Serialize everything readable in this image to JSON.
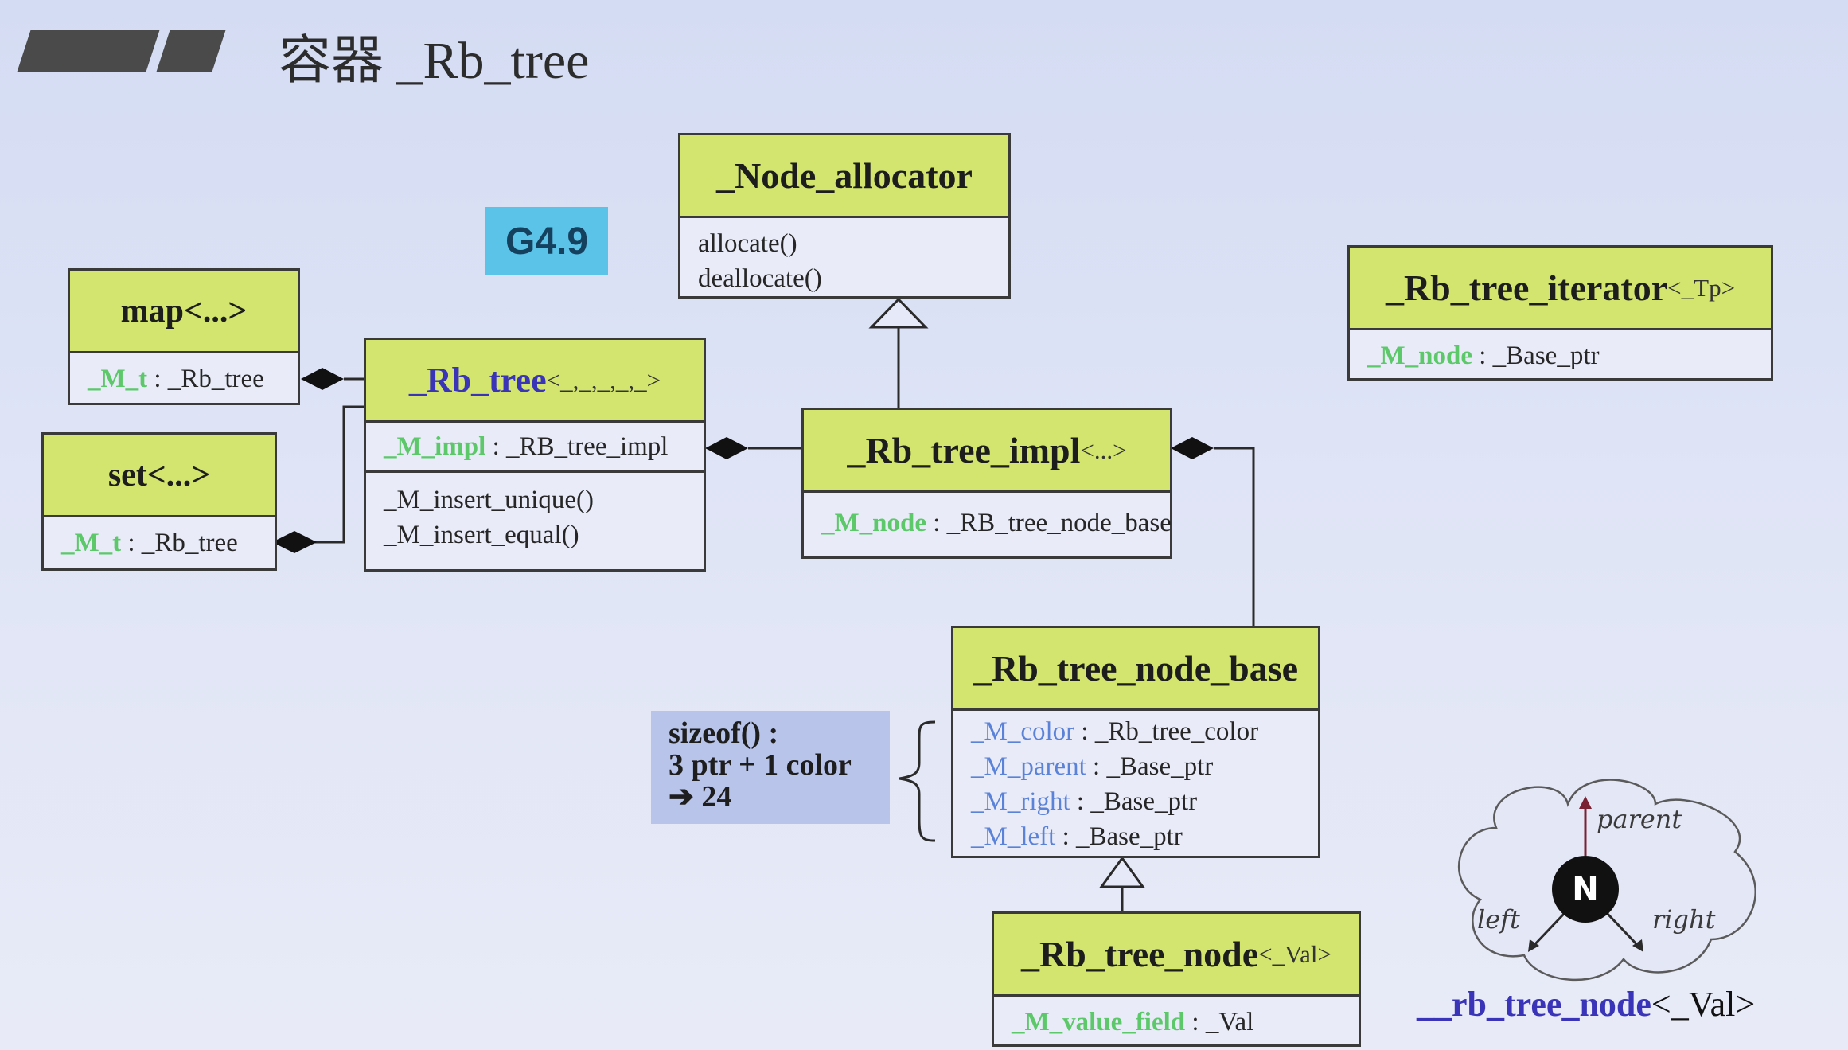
{
  "title": "容器 _Rb_tree",
  "version_badge": "G4.9",
  "classes": {
    "node_allocator": {
      "name": "_Node_allocator",
      "methods": [
        "allocate()",
        "deallocate()"
      ]
    },
    "map": {
      "name": "map<...>",
      "field_name": "_M_t",
      "field_type": " : _Rb_tree"
    },
    "set": {
      "name": "set<...>",
      "field_name": "_M_t",
      "field_type": " : _Rb_tree"
    },
    "rb_tree": {
      "name": "_Rb_tree",
      "template": "<_,_,_,_,_>",
      "field_name": "_M_impl",
      "field_type": " : _RB_tree_impl",
      "methods": [
        "_M_insert_unique()",
        "_M_insert_equal()"
      ]
    },
    "rb_tree_impl": {
      "name": "_Rb_tree_impl",
      "template": "<...>",
      "field_name": "_M_node",
      "field_type": " : _RB_tree_node_base"
    },
    "rb_tree_iterator": {
      "name": "_Rb_tree_iterator",
      "template": "<_Tp>",
      "field_name": "_M_node",
      "field_type": " : _Base_ptr"
    },
    "rb_tree_node_base": {
      "name": "_Rb_tree_node_base",
      "fields": [
        {
          "name": "_M_color",
          "type": " : _Rb_tree_color"
        },
        {
          "name": "_M_parent",
          "type": " : _Base_ptr"
        },
        {
          "name": "_M_right",
          "type": " : _Base_ptr"
        },
        {
          "name": "_M_left",
          "type": " : _Base_ptr"
        }
      ]
    },
    "rb_tree_node": {
      "name": "_Rb_tree_node",
      "template": "<_Val>",
      "field_name": "_M_value_field",
      "field_type": " : _Val"
    }
  },
  "sizeof_note": {
    "line1": "sizeof() :",
    "line2": "3 ptr + 1 color",
    "line3": "24"
  },
  "cloud": {
    "node_letter": "N",
    "parent": "parent",
    "left": "left",
    "right": "right"
  },
  "rb_tree_node_caption": {
    "name": "__rb_tree_node",
    "template": "<_Val>"
  },
  "colors": {
    "header": "#d3e56e",
    "field_green": "#5cc86a",
    "field_blue": "#5a82d8",
    "badge": "#5cc3e8"
  }
}
